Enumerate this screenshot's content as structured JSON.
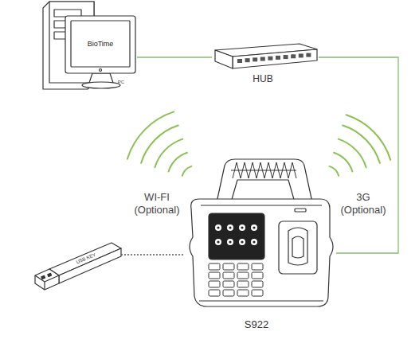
{
  "diagram": {
    "nodes": [
      {
        "text": [
          "BioTime",
          "PC"
        ]
      },
      {
        "text": [
          "HUB"
        ]
      },
      {
        "text": [
          "S922"
        ]
      },
      {
        "text": [
          "USB KEY"
        ]
      }
    ],
    "edges": [
      {
        "from": 0,
        "to": 1,
        "arrow": "none"
      },
      {
        "from": 1,
        "to": 2,
        "arrow": "none"
      },
      {
        "from": 3,
        "to": 2,
        "arrow": "none"
      }
    ],
    "labels": [
      "WI-FI (Optional)",
      "3G (Optional)"
    ]
  }
}
